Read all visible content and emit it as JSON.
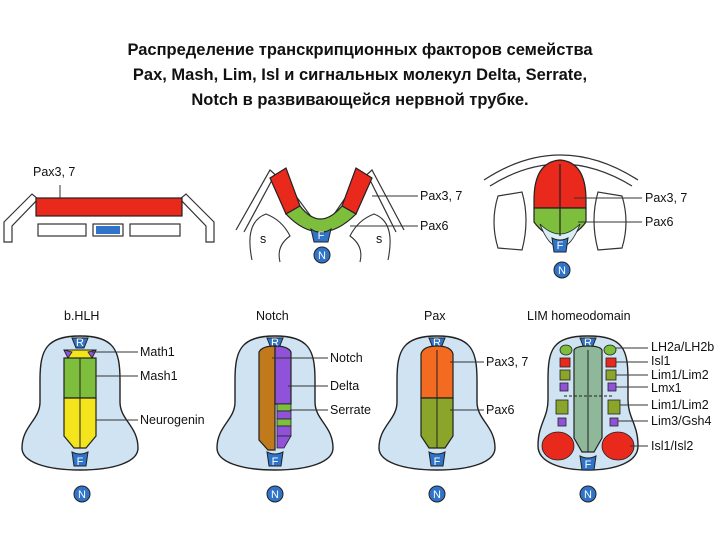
{
  "title": {
    "line1": "Распределение транскрипционных факторов семейства",
    "line2": "Pax, Mash, Lim, Isl и сигнальных молекул Delta, Serrate,",
    "line3": "Notch в развивающейся нервной трубке."
  },
  "stages": {
    "plate_label": "Pax3, 7",
    "groove": {
      "pax37": "Pax3, 7",
      "pax6": "Pax6",
      "s_left": "s",
      "s_right": "s",
      "F": "F",
      "N": "N"
    },
    "tube": {
      "pax37": "Pax3, 7",
      "pax6": "Pax6",
      "F": "F",
      "N": "N"
    }
  },
  "panels": {
    "bhlh": {
      "header": "b.HLH",
      "labels": [
        "Math1",
        "Mash1",
        "Neurogenin"
      ],
      "R": "R",
      "F": "F",
      "N": "N"
    },
    "notch": {
      "header": "Notch",
      "labels": [
        "Notch",
        "Delta",
        "Serrate"
      ],
      "R": "R",
      "F": "F",
      "N": "N"
    },
    "pax": {
      "header": "Pax",
      "labels": [
        "Pax3, 7",
        "Pax6"
      ],
      "R": "R",
      "F": "F",
      "N": "N"
    },
    "lim": {
      "header": "LIM homeodomain",
      "labels": [
        "LH2a/LH2b",
        "Isl1",
        "Lim1/Lim2",
        "Lmx1",
        "Lim1/Lim2",
        "Lim3/Gsh4",
        "Isl1/Isl2"
      ],
      "R": "R",
      "F": "F",
      "N": "N"
    }
  },
  "colors": {
    "red": "#e8291c",
    "green": "#7dbf3d",
    "olive": "#8aa52a",
    "yellow": "#f4e41b",
    "blue_node": "#2f74c9",
    "purple": "#8f52d8",
    "brown": "#c07a1c",
    "orange": "#f26b21",
    "greyish_green": "#8fb89a",
    "outline": "#222222"
  }
}
